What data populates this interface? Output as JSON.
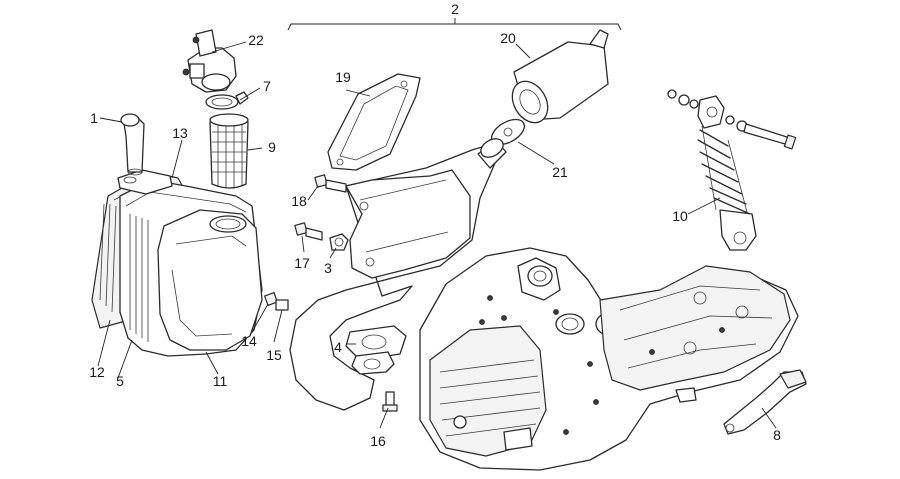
{
  "callouts": [
    {
      "id": "p1",
      "text": "1"
    },
    {
      "id": "p2",
      "text": "2"
    },
    {
      "id": "p3",
      "text": "3"
    },
    {
      "id": "p4",
      "text": "4"
    },
    {
      "id": "p5",
      "text": "5"
    },
    {
      "id": "p7",
      "text": "7"
    },
    {
      "id": "p8",
      "text": "8"
    },
    {
      "id": "p9",
      "text": "9"
    },
    {
      "id": "p10",
      "text": "10"
    },
    {
      "id": "p11",
      "text": "11"
    },
    {
      "id": "p12",
      "text": "12"
    },
    {
      "id": "p13",
      "text": "13"
    },
    {
      "id": "p14",
      "text": "14"
    },
    {
      "id": "p15",
      "text": "15"
    },
    {
      "id": "p16",
      "text": "16"
    },
    {
      "id": "p17",
      "text": "17"
    },
    {
      "id": "p18",
      "text": "18"
    },
    {
      "id": "p19",
      "text": "19"
    },
    {
      "id": "p20",
      "text": "20"
    },
    {
      "id": "p21",
      "text": "21"
    },
    {
      "id": "p22",
      "text": "22"
    }
  ]
}
